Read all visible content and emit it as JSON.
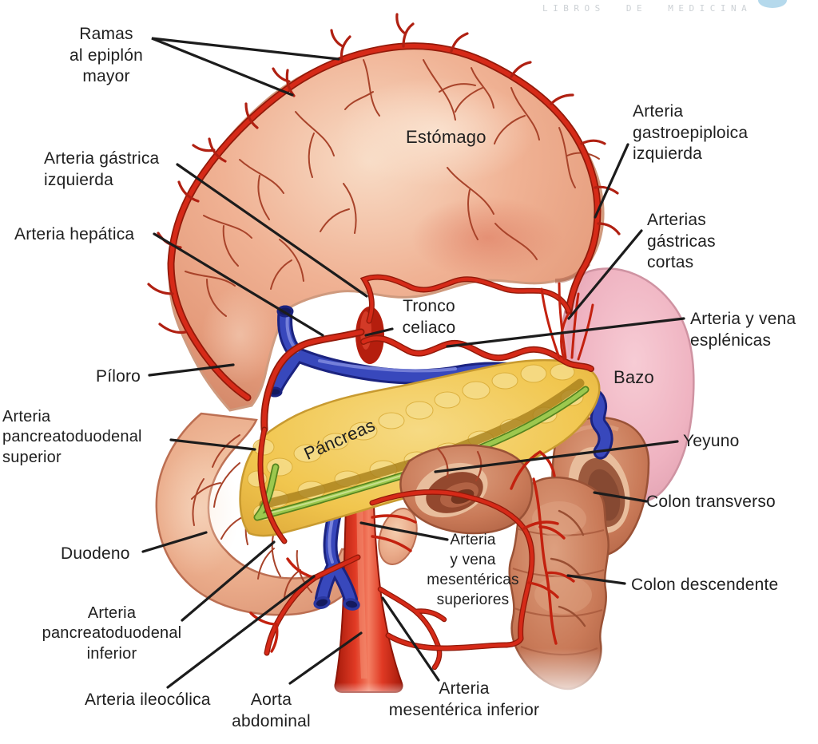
{
  "watermark": {
    "text": "LIBROS DE MEDICINA"
  },
  "labels": {
    "ramas_epiplon": "Ramas\nal epiplón\nmayor",
    "estomago": "Estómago",
    "arteria_gastroepiploica_izquierda": "Arteria\ngastroepiploica\nizquierda",
    "arteria_gastrica_izquierda": "Arteria gástrica\nizquierda",
    "arterias_gastricas_cortas": "Arterias\ngástricas\ncortas",
    "arteria_hepatica": "Arteria hepática",
    "tronco_celiaco": "Tronco\nceliaco",
    "arteria_vena_esplenicas": "Arteria y vena\nesplénicas",
    "piloro": "Píloro",
    "bazo": "Bazo",
    "arteria_pancreatoduodenal_superior": "Arteria\npancreatoduodenal\nsuperior",
    "pancreas": "Páncreas",
    "yeyuno": "Yeyuno",
    "colon_transverso": "Colon transverso",
    "duodeno": "Duodeno",
    "arteria_vena_mesentericas_superiores": "Arteria\ny vena\nmesentéricas\nsuperiores",
    "colon_descendente": "Colon descendente",
    "arteria_pancreatoduodenal_inferior": "Arteria\npancreatoduodenal\ninferior",
    "arteria_ileocolica": "Arteria ileocólica",
    "aorta_abdominal": "Aorta\nabdominal",
    "arteria_mesenterica_inferior": "Arteria\nmesentérica inferior"
  },
  "colors": {
    "artery_red": "#d62a18",
    "artery_dark": "#931a0a",
    "vein_blue": "#3848bc",
    "pancreas_yellow": "#f1c64e",
    "duct_green": "#9cc84e",
    "spleen_pink": "#efb3c1",
    "flesh_peach": "#f0b294",
    "intestine_brown": "#c97a58",
    "label_text": "#1f1f1f",
    "watermark_gray": "#ccd1d5"
  }
}
